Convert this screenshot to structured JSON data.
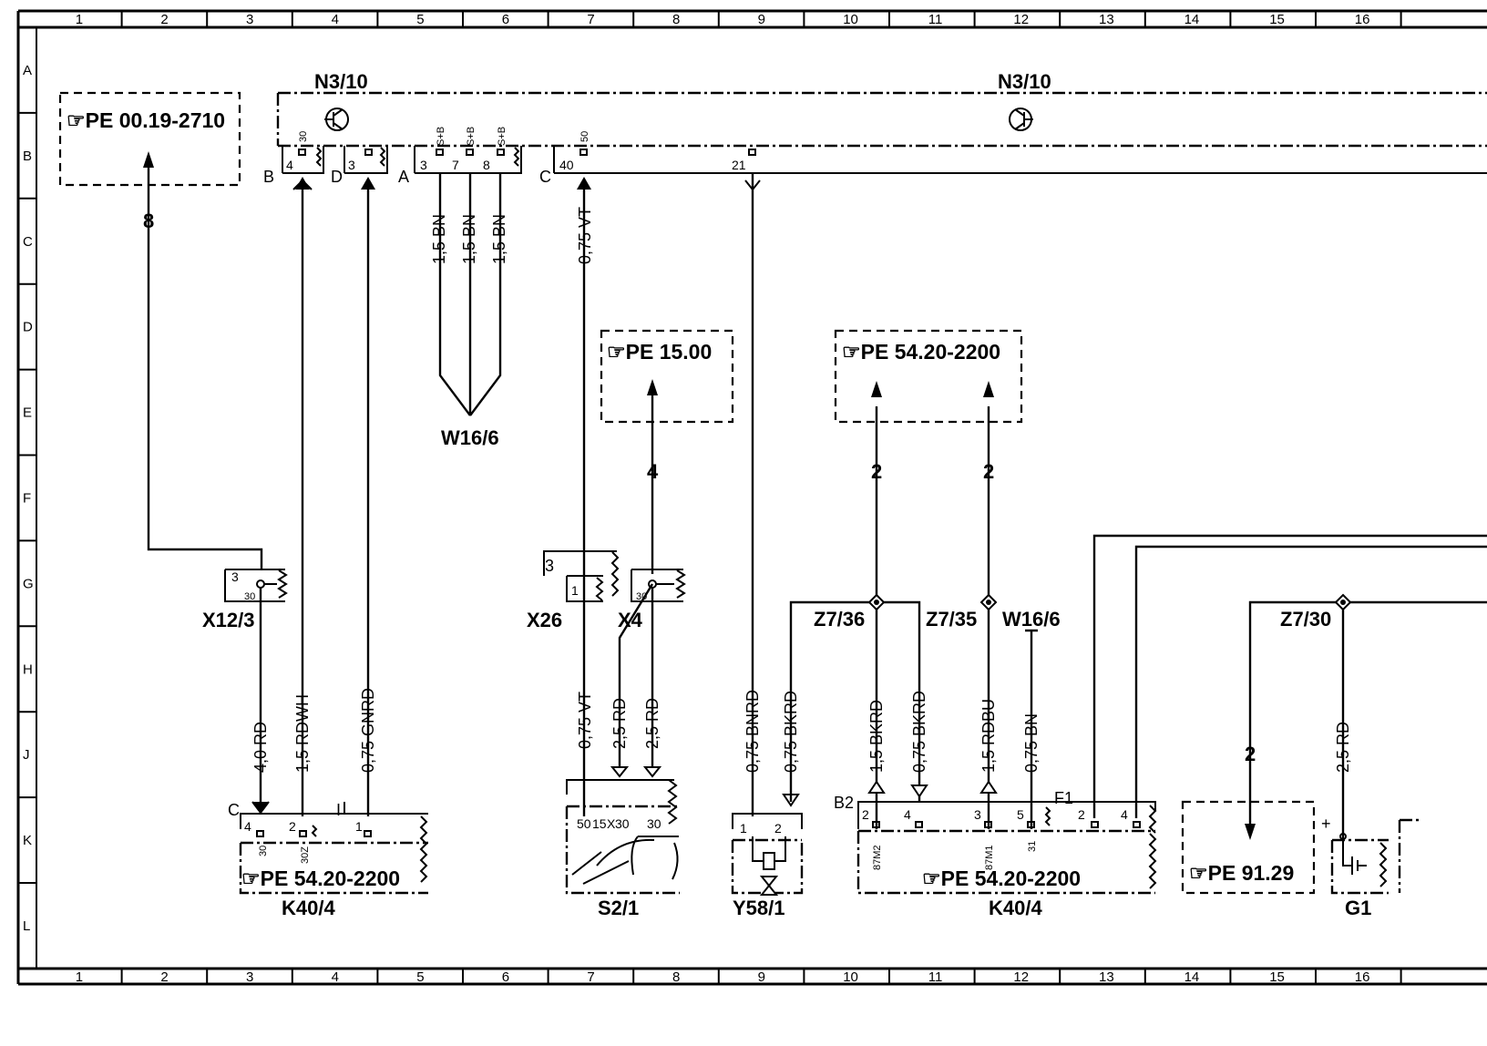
{
  "grid": {
    "columns": [
      "1",
      "2",
      "3",
      "4",
      "5",
      "6",
      "7",
      "8",
      "9",
      "10",
      "11",
      "12",
      "13",
      "14",
      "15",
      "16"
    ],
    "rows": [
      "A",
      "B",
      "C",
      "D",
      "E",
      "F",
      "G",
      "H",
      "J",
      "K",
      "L"
    ]
  },
  "components": {
    "n3_10_left": "N3/10",
    "n3_10_right": "N3/10",
    "w16_6_bottom": "W16/6",
    "w16_6_right": "W16/6",
    "x12_3": "X12/3",
    "x26": "X26",
    "x4": "X4",
    "z7_36": "Z7/36",
    "z7_35": "Z7/35",
    "z7_30": "Z7/30",
    "k40_4_left": "K40/4",
    "s2_1": "S2/1",
    "y58_1": "Y58/1",
    "k40_4_right": "K40/4",
    "g1": "G1"
  },
  "references": {
    "pe_00_19": "☞PE 00.19-2710",
    "pe_15_00": "☞PE 15.00",
    "pe_54_20_top": "☞PE 54.20-2200",
    "pe_54_20_left": "☞PE 54.20-2200",
    "pe_54_20_right": "☞PE 54.20-2200",
    "pe_91_29": "☞PE 91.29"
  },
  "wires": {
    "w_bn1": "1,5 BN",
    "w_bn2": "1,5 BN",
    "w_bn3": "1,5 BN",
    "w_vt_top": "0,75 VT",
    "w_rd40": "4,0 RD",
    "w_rdwh": "1,5 RDWH",
    "w_gnrd": "0,75 GNRD",
    "w_vt_bot": "0,75 VT",
    "w_rd25a": "2,5 RD",
    "w_rd25b": "2,5 RD",
    "w_bnrd": "0,75 BNRD",
    "w_bkrd075a": "0,75 BKRD",
    "w_bkrd15": "1,5 BKRD",
    "w_bkrd075b": "0,75 BKRD",
    "w_rdbu": "1,5 RDBU",
    "w_bn075": "0,75 BN",
    "w_rd25c": "2,5 RD"
  },
  "wire_counts": {
    "c8": "8",
    "c4": "4",
    "c2a": "2",
    "c2b": "2",
    "c2c": "2"
  },
  "connector_letters": {
    "B": "B",
    "D": "D",
    "A": "A",
    "C_top": "C",
    "C_bot": "C",
    "I": "I",
    "B2": "B2",
    "F1": "F1",
    "plus": "+"
  },
  "pins": {
    "n3_p4": "4",
    "n3_p30": "30",
    "n3_p3": "3",
    "n3_a3": "3",
    "n3_a7": "7",
    "n3_a8": "8",
    "n3_sb1": "S+B",
    "n3_sb2": "S+B",
    "n3_sb3": "S+B",
    "n3_p40": "40",
    "n3_p50": "50",
    "n3_p21": "21",
    "x12_3": "3",
    "x12_30": "30",
    "x26_3": "3",
    "x26_1": "1",
    "x4_30": "30",
    "k40l_4": "4",
    "k40l_2": "2",
    "k40l_1": "1",
    "k40l_30": "30",
    "k40l_30z": "30Z",
    "s2_50": "50",
    "s2_15": "15",
    "s2_x": "X",
    "s2_30a": "30",
    "s2_30b": "30",
    "y58_1": "1",
    "y58_2": "2",
    "k40r_2": "2",
    "k40r_4": "4",
    "k40r_3": "3",
    "k40r_5": "5",
    "k40r_2b": "2",
    "k40r_4b": "4",
    "k40r_87m2": "87M2",
    "k40r_87m1": "87M1",
    "k40r_31": "31"
  }
}
